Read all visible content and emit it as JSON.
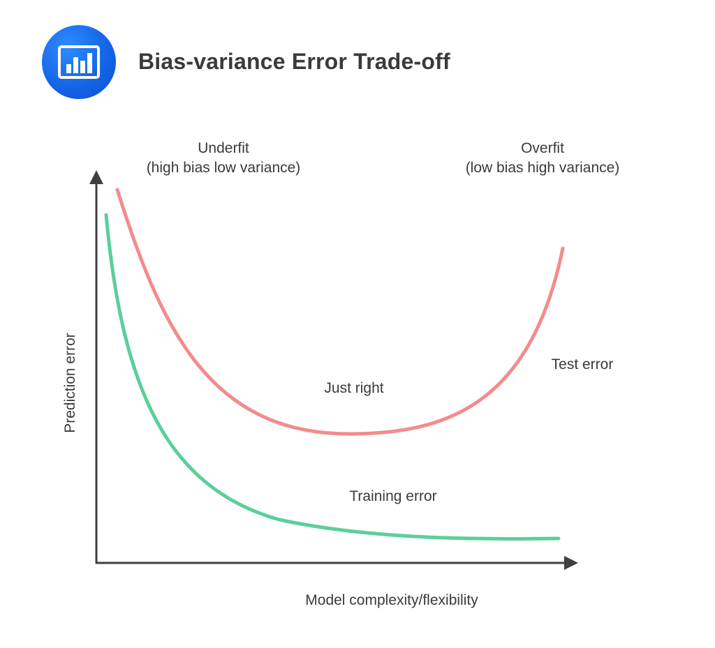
{
  "header": {
    "title": "Bias-variance Error Trade-off",
    "icon": "bar-chart-icon",
    "icon_bg": "#1a6ef0"
  },
  "diagram": {
    "y_axis_label": "Prediction error",
    "x_axis_label": "Model complexity/flexibility",
    "regions": {
      "left_title": "Underfit",
      "left_subtitle": "(high bias low variance)",
      "right_title": "Overfit",
      "right_subtitle": "(low bias high variance)",
      "middle": "Just right"
    },
    "curves": {
      "test_label": "Test error",
      "test_color": "#f28c8c",
      "training_label": "Training error",
      "training_color": "#5bcf9a"
    },
    "axis_color": "#3f3f3f"
  }
}
